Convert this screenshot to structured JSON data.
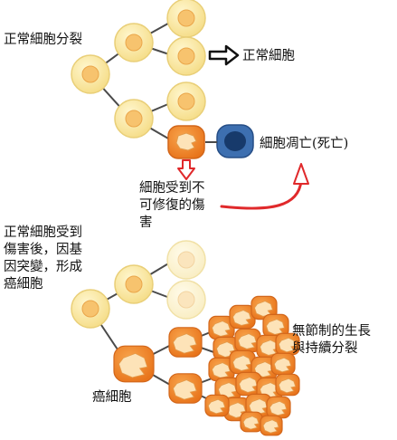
{
  "labels": {
    "normal_division": "正常細胞分裂",
    "normal_cell": "正常細胞",
    "apoptosis": "細胞凋亡(死亡)",
    "damage_lines": [
      "細胞受到不",
      "可修復的傷",
      "害"
    ],
    "mutation_lines": [
      "正常細胞受到",
      "傷害後，因基",
      "因突變，形成",
      "癌細胞"
    ],
    "cancer_cell": "癌細胞",
    "uncontrolled_lines": [
      "無節制的生長",
      "與持續分裂"
    ]
  },
  "colors": {
    "normal_cell_fill": "#fbe9a6",
    "normal_cell_nucleus": "#f7c36e",
    "faded_cell_fill": "#fdf5d6",
    "cancer_cell_fill": "#f08a2e",
    "cancer_cell_nucleus": "#fde3b8",
    "dead_cell_fill": "#2f5f9e",
    "arrow_red": "#e0292b",
    "line": "#4a4a4a"
  },
  "icons": {
    "damage_arrow": "red-hollow-down-arrow-icon",
    "normal_arrow": "black-hollow-right-arrow-icon",
    "apoptosis_arrow": "red-curved-arrow-icon"
  }
}
